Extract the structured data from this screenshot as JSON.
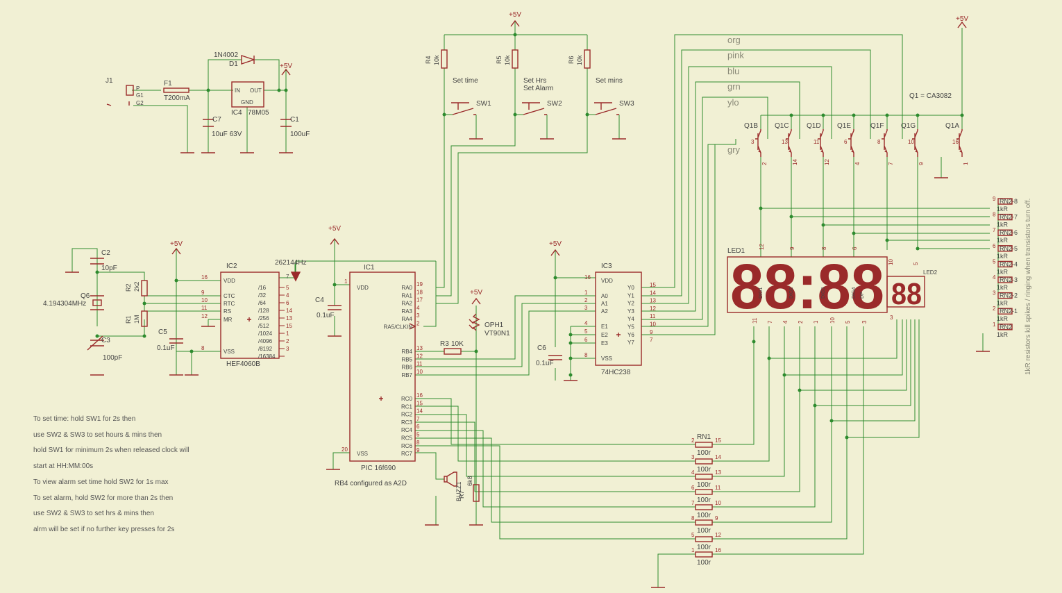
{
  "colors": {
    "background": "#f1f0d4",
    "part": "#9a2a2a",
    "wire": "#2e8b2e",
    "text": "#444444"
  },
  "supply": "+5V",
  "power": {
    "j1": "J1",
    "j1_pins": [
      "P",
      "G1",
      "G2"
    ],
    "f1": "F1",
    "f1_value": "T200mA",
    "d1": "D1",
    "d1_value": "1N4002",
    "ic4": "IC4",
    "ic4_value": "78M05",
    "ic4_pins": [
      "IN",
      "OUT",
      "GND"
    ],
    "c7": "C7",
    "c7_value": "10uF 63V",
    "c1": "C1",
    "c1_value": "100uF"
  },
  "switches": [
    {
      "r": "R4",
      "r_value": "10k",
      "label": "Set time",
      "sw": "SW1"
    },
    {
      "r": "R5",
      "r_value": "10k",
      "label": "Set Hrs",
      "label2": "Set Alarm",
      "sw": "SW2"
    },
    {
      "r": "R6",
      "r_value": "10k",
      "label": "Set mins",
      "sw": "SW3"
    }
  ],
  "osc": {
    "c2": "C2",
    "c2_value": "10pF",
    "q6": "Q6",
    "q6_value": "4.194304MHz",
    "c3": "C3",
    "c3_value": "100pF",
    "r2": "R2",
    "r2_value": "2k2",
    "r1": "R1",
    "r1_value": "1M",
    "c5": "C5",
    "c5_value": "0.1uF"
  },
  "ic2": {
    "name": "IC2",
    "value": "HEF4060B",
    "left_pins": [
      [
        "VDD",
        "16"
      ],
      [
        "CTC",
        "9"
      ],
      [
        "RTC",
        "10"
      ],
      [
        "RS",
        "11"
      ],
      [
        "MR",
        "12"
      ],
      [
        "VSS",
        "8"
      ]
    ],
    "right_pins": [
      [
        "/16",
        "5"
      ],
      [
        "/32",
        "4"
      ],
      [
        "/64",
        "6"
      ],
      [
        "/128",
        "14"
      ],
      [
        "/256",
        "13"
      ],
      [
        "/512",
        "15"
      ],
      [
        "/1024",
        "1"
      ],
      [
        "/4096",
        "2"
      ],
      [
        "/8192",
        "3"
      ],
      [
        "/16384",
        ""
      ]
    ],
    "out_pin": "7",
    "freq": "262144Hz"
  },
  "c4": {
    "name": "C4",
    "value": "0.1uF"
  },
  "ic1": {
    "name": "IC1",
    "value": "PIC 16f690",
    "vdd": [
      "VDD",
      "1"
    ],
    "vss": [
      "VSS",
      "20"
    ],
    "porta": [
      [
        "RA0",
        "19"
      ],
      [
        "RA1",
        "18"
      ],
      [
        "RA2",
        "17"
      ],
      [
        "RA3",
        "4"
      ],
      [
        "RA4",
        "3"
      ],
      [
        "RA5/CLKIN",
        "2"
      ]
    ],
    "portb": [
      [
        "RB4",
        "13"
      ],
      [
        "RB5",
        "12"
      ],
      [
        "RB6",
        "11"
      ],
      [
        "RB7",
        "10"
      ]
    ],
    "portc": [
      [
        "RC0",
        "16"
      ],
      [
        "RC1",
        "15"
      ],
      [
        "RC2",
        "14"
      ],
      [
        "RC3",
        "7"
      ],
      [
        "RC4",
        "6"
      ],
      [
        "RC5",
        "5"
      ],
      [
        "RC6",
        "8"
      ],
      [
        "RC7",
        "9"
      ]
    ],
    "note": "RB4 configured as A2D"
  },
  "oph1": {
    "name": "OPH1",
    "value": "VT90N1"
  },
  "r3": {
    "name": "R3",
    "value": "10K"
  },
  "r7": {
    "name": "R7",
    "value": "6k8"
  },
  "buzz1": "BUZZ1",
  "ic3": {
    "name": "IC3",
    "value": "74HC238",
    "left_pins": [
      [
        "VDD",
        "16"
      ],
      [
        "A0",
        "1"
      ],
      [
        "A1",
        "2"
      ],
      [
        "A2",
        "3"
      ],
      [
        "E1",
        "4"
      ],
      [
        "E2",
        "5"
      ],
      [
        "E3",
        "6"
      ],
      [
        "VSS",
        "8"
      ]
    ],
    "right_pins": [
      [
        "Y0",
        "15"
      ],
      [
        "Y1",
        "14"
      ],
      [
        "Y2",
        "13"
      ],
      [
        "Y3",
        "12"
      ],
      [
        "Y4",
        "11"
      ],
      [
        "Y5",
        "10"
      ],
      [
        "Y6",
        "9"
      ],
      [
        "Y7",
        "7"
      ]
    ]
  },
  "c6": {
    "name": "C6",
    "value": "0.1uF"
  },
  "wire_labels": [
    "org",
    "pink",
    "blu",
    "grn",
    "ylo",
    "gry"
  ],
  "q1": {
    "note": "Q1 = CA3082",
    "parts": [
      {
        "name": "Q1B",
        "b": "3",
        "e": "2"
      },
      {
        "name": "Q1C",
        "b": "13",
        "e": "14"
      },
      {
        "name": "Q1D",
        "b": "11",
        "e": "12"
      },
      {
        "name": "Q1E",
        "b": "6",
        "e": "4"
      },
      {
        "name": "Q1F",
        "b": "8",
        "e": "7"
      },
      {
        "name": "Q1G",
        "b": "10",
        "e": "9"
      },
      {
        "name": "Q1A",
        "b": "16",
        "e": "1"
      }
    ]
  },
  "led1": {
    "name": "LED1",
    "digits": "88:88",
    "seg_labels": [
      "DIG1",
      "DIG2",
      "DIG3",
      "DIG4",
      "DP"
    ],
    "top_pins": [
      "12",
      "9",
      "8",
      "6"
    ],
    "bottom_pins": [
      "11",
      "7",
      "4",
      "2",
      "1",
      "10",
      "5",
      "3"
    ]
  },
  "led2": {
    "name": "LED2",
    "digits": "88",
    "top_pins": [
      "10",
      "5"
    ],
    "bottom_pin": "3"
  },
  "rn2": {
    "value": "1kR",
    "items": [
      [
        "RN2-8",
        "9"
      ],
      [
        "RN2-7",
        "8"
      ],
      [
        "RN2-6",
        "7"
      ],
      [
        "RN2-5",
        "6"
      ],
      [
        "RN2-4",
        "5"
      ],
      [
        "RN2-3",
        "4"
      ],
      [
        "RN2-2",
        "3"
      ],
      [
        "RN2-1",
        "2"
      ],
      [
        "RN2",
        "1"
      ]
    ],
    "note": "1kR resistors kill spikes / ringing when transistors turn off."
  },
  "rn1": {
    "name": "RN1",
    "value": "100r",
    "items": [
      [
        "2",
        "15"
      ],
      [
        "3",
        "14"
      ],
      [
        "4",
        "13"
      ],
      [
        "6",
        "11"
      ],
      [
        "7",
        "10"
      ],
      [
        "8",
        "9"
      ],
      [
        "5",
        "12"
      ],
      [
        "1",
        "16"
      ]
    ]
  },
  "instructions": [
    "To set time: hold SW1  for 2s then",
    "use SW2 & SW3 to set hours & mins then",
    "hold SW1  for minimum 2s when released clock will",
    "start at HH:MM:00s",
    "To view alarm set time hold SW2 for 1s max",
    "To set alarm, hold SW2 for more than 2s then",
    "use SW2 & SW3 to set hrs & mins then",
    "alrm will be set if no further key presses for 2s"
  ]
}
